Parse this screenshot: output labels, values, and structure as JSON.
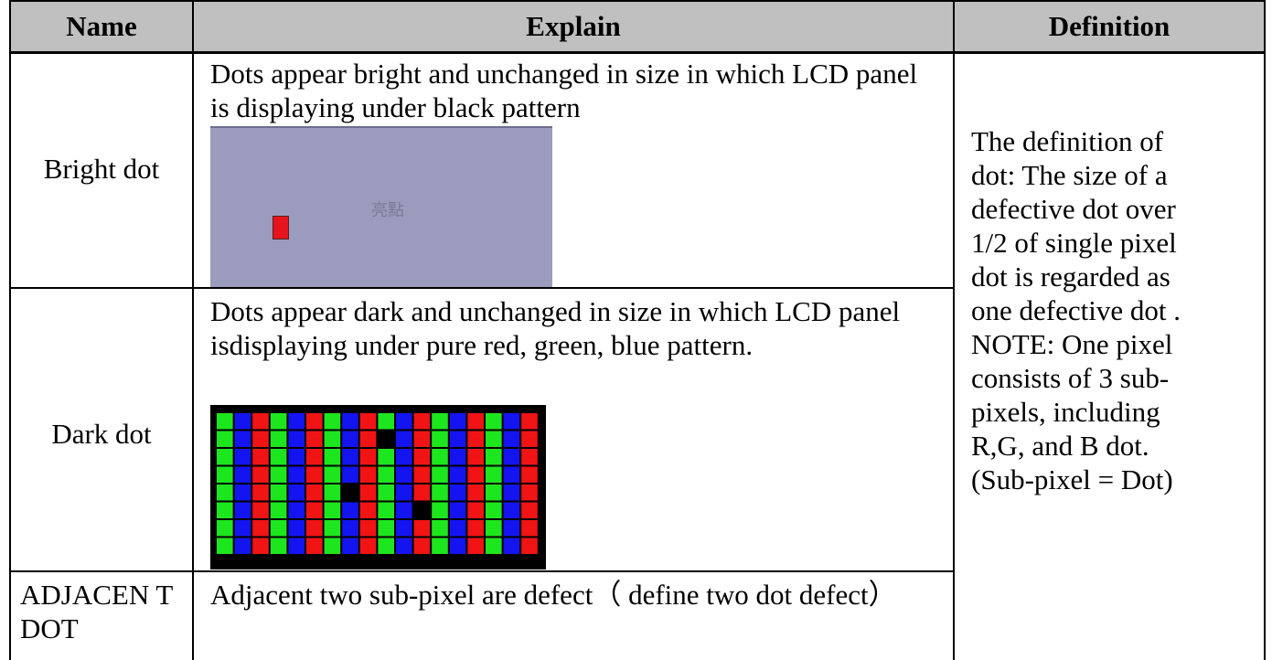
{
  "table": {
    "headers": {
      "name": "Name",
      "explain": "Explain",
      "definition": "Definition"
    },
    "rows": [
      {
        "name": "Bright dot",
        "explain": "Dots appear bright and unchanged in size in which LCD panel is displaying under black pattern",
        "image_caption": "亮點"
      },
      {
        "name": "Dark dot",
        "explain": "Dots appear dark and unchanged in size in which LCD panel isdisplaying under pure red, green, blue pattern."
      },
      {
        "name": "ADJACEN T DOT",
        "explain": "Adjacent two sub-pixel are defect（ define two dot defect）"
      }
    ],
    "definition": "The definition of dot: The size of a defective dot over 1/2 of single pixel dot is regarded as one defective dot . NOTE: One pixel consists of 3 sub-pixels, including R,G, and B dot.(Sub-pixel = Dot)"
  },
  "colors": {
    "header_bg": "#c0c0c0",
    "bright_panel_bg": "#9b9bbd",
    "bright_dot": "#e8141c",
    "sub_red": "#f01414",
    "sub_green": "#1ee61e",
    "sub_blue": "#1414f0",
    "grid_black": "#000000"
  }
}
